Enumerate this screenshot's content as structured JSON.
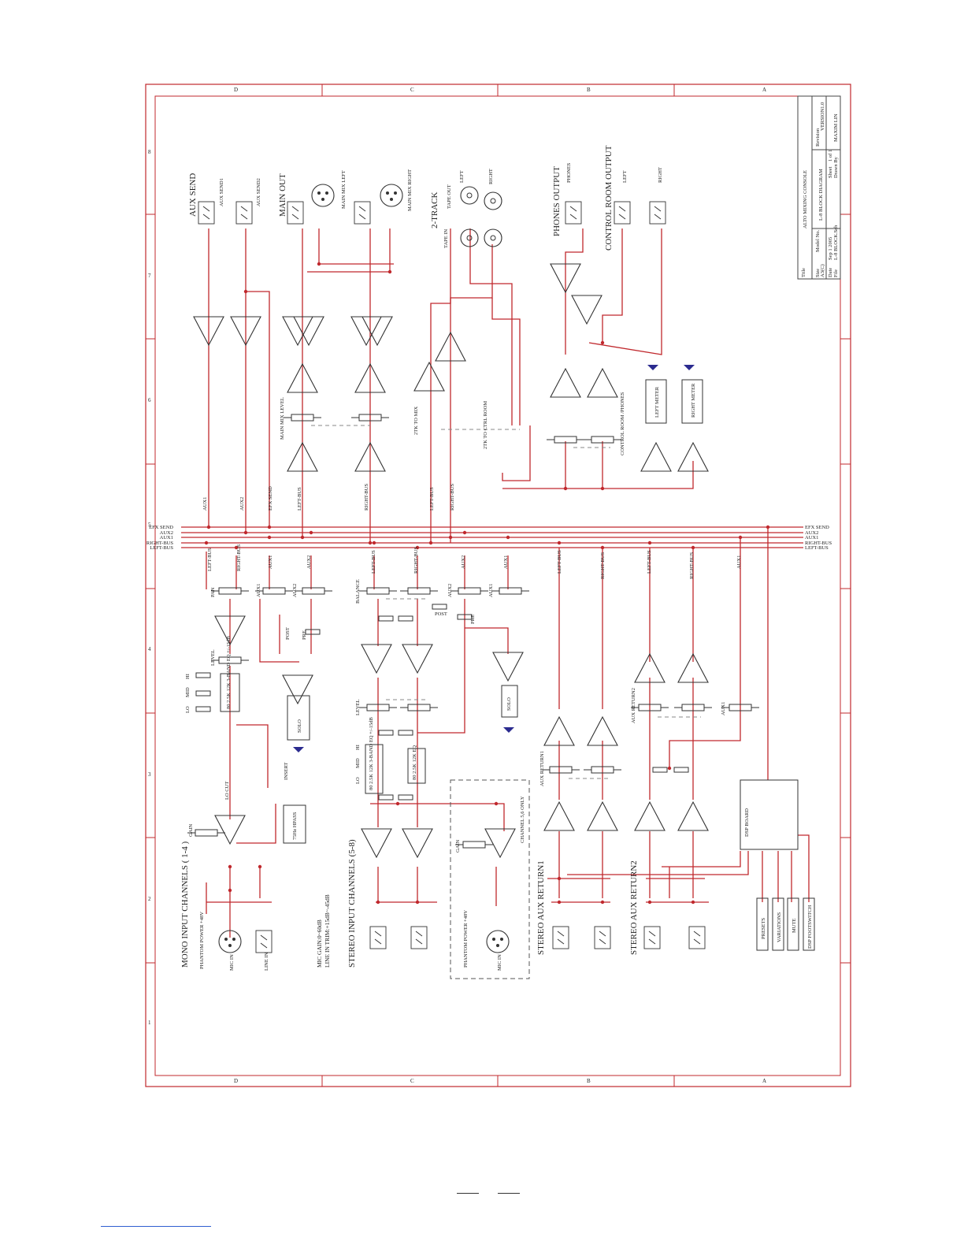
{
  "title_block": {
    "title_label": "Title",
    "title": "ALTO MIXING CONSOLE",
    "model_label": "Model No.",
    "size_label": "Size",
    "size": "A3(C)",
    "diagram": "L-8 BLOCK DIAGRAM",
    "revision_label": "Revision",
    "revision": "VERSION1.0",
    "date_label": "Date",
    "date": "Sep 1 2005",
    "sheet_label": "Sheet",
    "sheet": "1 of 1",
    "file_label": "File",
    "file": "L-8 BLOCK.Sch",
    "drawn_label": "Drawn By",
    "drawn": "MAXIM LIN"
  },
  "zones": {
    "top": [
      "D",
      "C",
      "B",
      "A"
    ],
    "side": [
      "8",
      "7",
      "6",
      "5",
      "4",
      "3",
      "2",
      "1"
    ]
  },
  "sections": {
    "aux_send": "AUX SEND",
    "main_out": "MAIN OUT",
    "two_track": "2-TRACK",
    "phones_output": "PHONES OUTPUT",
    "control_room_output": "CONTROL ROOM OUTPUT",
    "mono_channels": "MONO INPUT CHANNELS ( 1-4 )",
    "stereo_channels": "STEREO INPUT CHANNELS (5-8)",
    "stereo_aux_return1": "STEREO AUX RETURN1",
    "stereo_aux_return2": "STEREO AUX RETURN2"
  },
  "jacks": {
    "aux_send1": "AUX SEND1",
    "aux_send2": "AUX SEND2",
    "main_mix_left": "MAIN MIX LEFT",
    "main_mix_right": "MAIN MIX RIGHT",
    "tape_out": "TAPE OUT",
    "tape_in": "TAPE IN",
    "left": "LEFT",
    "right": "RIGHT",
    "phones": "PHONES"
  },
  "controls": {
    "main_mix_level": "MAIN MIX LEVEL",
    "tk_to_mix": "2TK TO MIX",
    "tk_to_ctrl": "2TK TO CTRL ROOM",
    "control_room_phones": "CONTROL ROOM /PHONES",
    "left_meter": "LEFT METER",
    "right_meter": "RIGHT METER",
    "pan": "PAN",
    "balance": "BALANCE",
    "aux1": "AUX1",
    "aux2": "AUX2",
    "post": "POST",
    "pre": "PRE",
    "level": "LEVEL",
    "solo": "SOLO",
    "lo_cut": "LO CUT",
    "hpass": "75Hz HPASS",
    "insert": "INSERT",
    "gain": "GAIN",
    "hi": "HI",
    "mid": "MID",
    "lo": "LO",
    "eq3": "80 2.5K 12K 3-BAND EQ +/-15dB",
    "eq2": "80 2.5K 12K EQ",
    "aux_return1": "AUX RETURN1",
    "aux_return2": "AUX RETURN2",
    "mic_in": "MIC IN",
    "line_in": "LINE IN",
    "phantom": "PHANTOM POWER +48V",
    "mic_gain_note_1": "MIC GAIN:0~60dB",
    "mic_gain_note_2": "LINE IN TRIM:+15dB~-45dB",
    "channel_only": "CHANNEL 5,6 ONLY",
    "dsp_board": "DSP BOARD",
    "presets": "PRESETS",
    "variations": "VARIATIONS",
    "mute": "MUTE",
    "dsp_footswitch": "DSP FOOTSWITCH"
  },
  "buses": [
    "EFX SEND",
    "AUX2",
    "AUX1",
    "RIGHT-BUS",
    "LEFT-BUS"
  ],
  "bus_taps": {
    "aux1": "AUX1",
    "aux2": "AUX2",
    "efx_send": "EFX SEND",
    "left_bus": "LEFT-BUS",
    "right_bus": "RIGHT-BUS"
  },
  "colors": {
    "wire": "#c0282d",
    "frame": "#c0282d",
    "ink": "#222222",
    "led": "#2b2b8f"
  }
}
